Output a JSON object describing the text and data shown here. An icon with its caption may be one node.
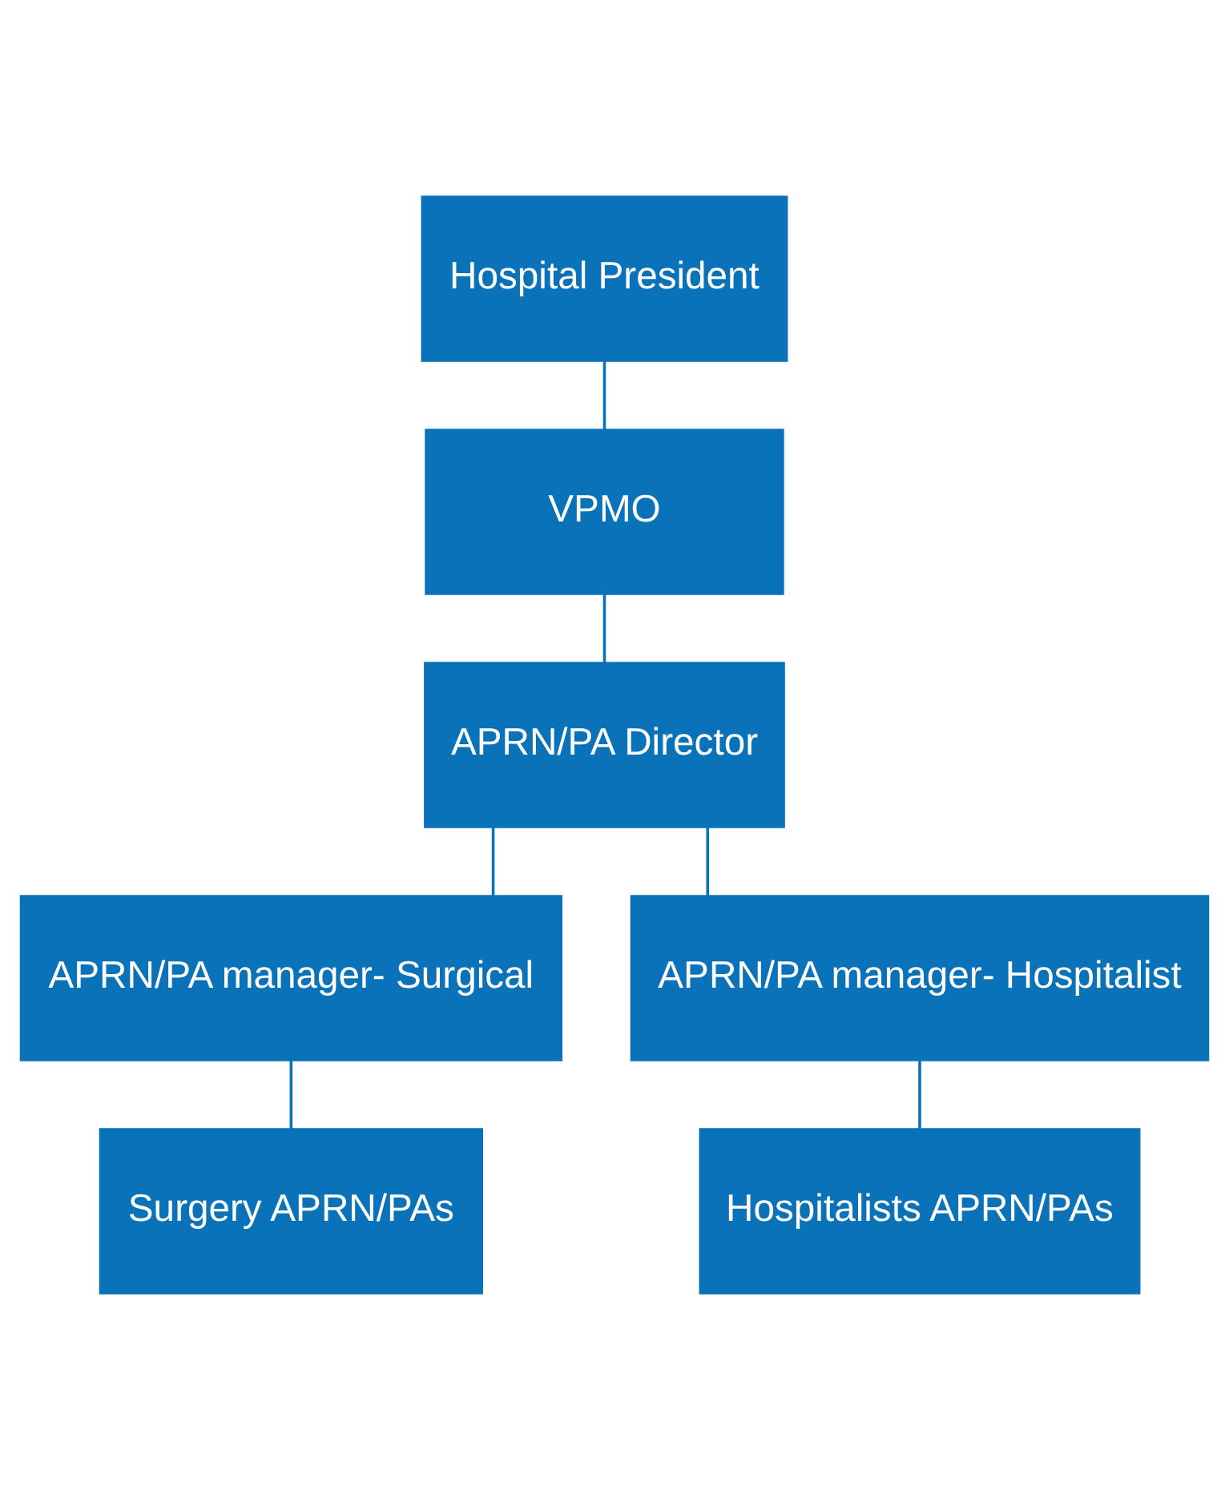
{
  "diagram": {
    "nodes": [
      {
        "text": [
          "Hospital President"
        ]
      },
      {
        "text": [
          "VPMO"
        ]
      },
      {
        "text": [
          "APRN/PA Director"
        ]
      },
      {
        "text": [
          "APRN/PA manager- Surgical"
        ]
      },
      {
        "text": [
          "APRN/PA manager- Hospitalist"
        ]
      },
      {
        "text": [
          "Surgery APRN/PAs"
        ]
      },
      {
        "text": [
          "Hospitalists APRN/PAs"
        ]
      }
    ],
    "edges": [
      {
        "from": 0,
        "to": 1,
        "arrow": "none"
      },
      {
        "from": 1,
        "to": 2,
        "arrow": "none"
      },
      {
        "from": 2,
        "to": 3,
        "arrow": "none"
      },
      {
        "from": 2,
        "to": 4,
        "arrow": "none"
      },
      {
        "from": 3,
        "to": 5,
        "arrow": "none"
      },
      {
        "from": 4,
        "to": 6,
        "arrow": "none"
      }
    ]
  }
}
